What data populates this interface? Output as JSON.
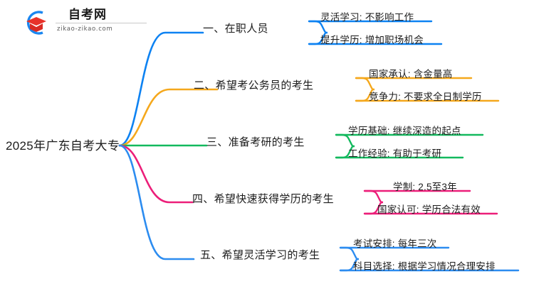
{
  "logo": {
    "name": "zikao-logo",
    "title": "自考网",
    "subtitle": "zikao-zikao.com",
    "arc_color": "#1a86f0",
    "cap_color": "#e8322a"
  },
  "mindmap": {
    "root": {
      "label": "2025年广东自考大专"
    },
    "branches": [
      {
        "label": "一、在职人员",
        "color": "#0d82f2",
        "children": [
          {
            "label": "灵活学习: 不影响工作"
          },
          {
            "label": "提升学历: 增加职场机会"
          }
        ]
      },
      {
        "label": "二、希望考公务员的考生",
        "color": "#f5a81c",
        "children": [
          {
            "label": "国家承认: 含金量高"
          },
          {
            "label": "竞争力: 不要求全日制学历"
          }
        ]
      },
      {
        "label": "三、准备考研的考生",
        "color": "#13b95e",
        "children": [
          {
            "label": "学历基础: 继续深造的起点"
          },
          {
            "label": "工作经验: 有助于考研"
          }
        ]
      },
      {
        "label": "四、希望快速获得学历的考生",
        "color": "#ec1e79",
        "children": [
          {
            "label": "学制: 2.5至3年"
          },
          {
            "label": "国家认可: 学历合法有效"
          }
        ]
      },
      {
        "label": "五、希望灵活学习的考生",
        "color": "#2c8cf0",
        "children": [
          {
            "label": "考试安排: 每年三次"
          },
          {
            "label": "科目选择: 根据学习情况合理安排"
          }
        ]
      }
    ]
  }
}
